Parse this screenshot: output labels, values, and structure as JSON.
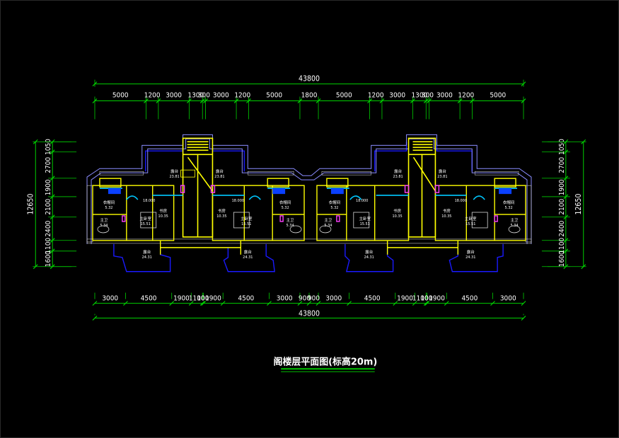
{
  "drawing": {
    "title": "阁楼层平面图(标高20m)",
    "total_top": "43800",
    "total_bottom": "43800",
    "top_segments": [
      "5000",
      "1200",
      "3000",
      "1300",
      "300",
      "3000",
      "1200",
      "5000",
      "1800",
      "5000",
      "1200",
      "3000",
      "1300",
      "300",
      "3000",
      "1200",
      "5000"
    ],
    "bottom_segments": [
      "3000",
      "4500",
      "1900",
      "1100",
      "100",
      "1900",
      "4500",
      "3000",
      "900",
      "900",
      "3000",
      "4500",
      "1900",
      "1100",
      "100",
      "1900",
      "4500",
      "3000"
    ],
    "left_total": "12650",
    "left_segments": [
      "1050",
      "2700",
      "1900",
      "2100",
      "2400",
      "1100",
      "1600"
    ],
    "right_total": "12650",
    "right_segments": [
      "1050",
      "2700",
      "1900",
      "2100",
      "2400",
      "1100",
      "1600"
    ],
    "rooms": [
      {
        "name": "露台",
        "area": "23.81"
      },
      {
        "name": "露台",
        "area": "23.81"
      },
      {
        "name": "露台",
        "area": "23.81"
      },
      {
        "name": "露台",
        "area": "23.81"
      },
      {
        "name": "衣帽间",
        "area": "5.32"
      },
      {
        "name": "衣帽间",
        "area": "5.32"
      },
      {
        "name": "衣帽间",
        "area": "5.32"
      },
      {
        "name": "衣帽间",
        "area": "5.32"
      },
      {
        "name": "书房",
        "area": "10.35"
      },
      {
        "name": "书房",
        "area": "10.35"
      },
      {
        "name": "书房",
        "area": "10.35"
      },
      {
        "name": "书房",
        "area": "10.35"
      },
      {
        "name": "主卧室",
        "area": "15.51"
      },
      {
        "name": "主卧室",
        "area": "15.51"
      },
      {
        "name": "主卧室",
        "area": "15.51"
      },
      {
        "name": "主卧室",
        "area": "15.51"
      },
      {
        "name": "主卫",
        "area": "5.34"
      },
      {
        "name": "主卫",
        "area": "5.34"
      },
      {
        "name": "主卫",
        "area": "5.34"
      },
      {
        "name": "主卫",
        "area": "5.34"
      },
      {
        "name": "露台",
        "area": "24.31"
      },
      {
        "name": "露台",
        "area": "24.31"
      },
      {
        "name": "露台",
        "area": "24.31"
      },
      {
        "name": "露台",
        "area": "24.31"
      }
    ],
    "levels": [
      "18.000",
      "18.000",
      "18.000",
      "18.000"
    ],
    "colors": {
      "dim_line": "#00d000",
      "wall": "#ffff00",
      "outline": "#8a8cff",
      "terrace": "#1a1aff",
      "cyan": "#00c8ff",
      "magenta": "#ff40ff",
      "hatch": "#d0d0d0",
      "text": "#ffffff"
    }
  }
}
